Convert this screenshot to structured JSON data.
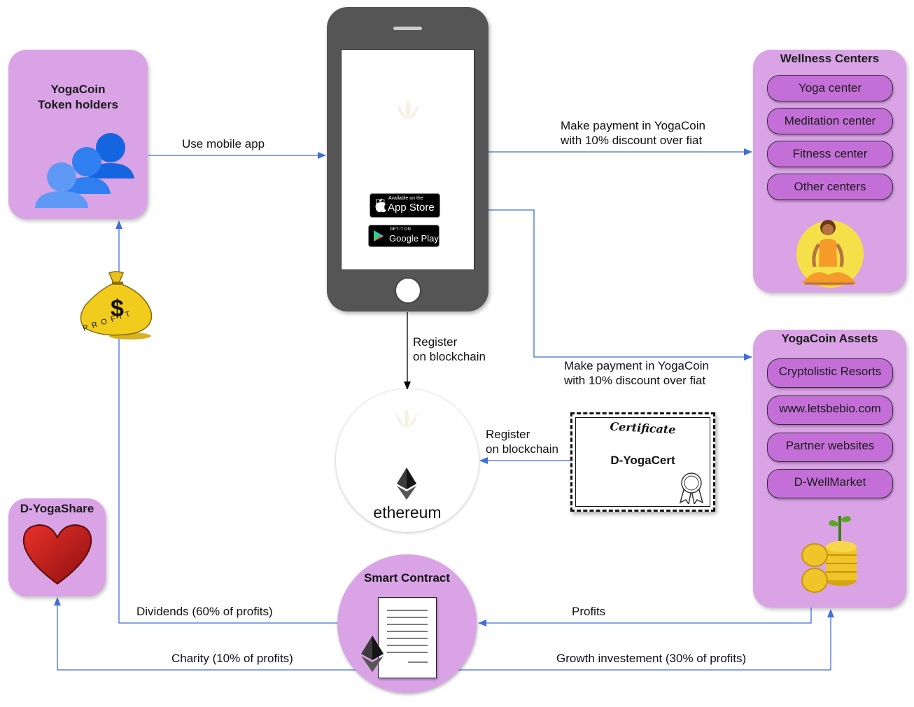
{
  "holders": {
    "title_line1": "YogaCoin",
    "title_line2": "Token holders"
  },
  "wellness": {
    "title": "Wellness Centers",
    "items": [
      "Yoga center",
      "Meditation center",
      "Fitness center",
      "Other centers"
    ]
  },
  "assets": {
    "title": "YogaCoin Assets",
    "items": [
      "Cryptolistic Resorts",
      "www.letsbebio.com",
      "Partner websites",
      "D-WellMarket"
    ]
  },
  "share": {
    "title": "D-YogaShare"
  },
  "smart_contract": {
    "title": "Smart Contract"
  },
  "ethereum": {
    "label": "ethereum"
  },
  "certificate": {
    "heading": "Certificate",
    "name": "D-YogaCert"
  },
  "phone": {
    "appstore_small": "Available on the",
    "appstore_big": "App Store",
    "play_small": "GET IT ON",
    "play_big": "Google Play"
  },
  "profit_bag": {
    "symbol": "$",
    "text": "PROFIT"
  },
  "edges": {
    "use_app": "Use mobile app",
    "pay_wellness_1": "Make payment in YogaCoin",
    "pay_wellness_2": "with 10% discount over fiat",
    "pay_assets_1": "Make payment in YogaCoin",
    "pay_assets_2": "with 10% discount over fiat",
    "register_1a": "Register",
    "register_1b": "on blockchain",
    "register_2a": "Register",
    "register_2b": "on blockchain",
    "profits": "Profits",
    "dividends": "Dividends (60% of profits)",
    "charity": "Charity (10% of profits)",
    "growth": "Growth investement (30% of profits)"
  },
  "colors": {
    "panel": "#d9a3e6",
    "pill": "#c46fd8",
    "arrow_blue": "#3f6fd8",
    "arrow_black": "#000000",
    "phone": "#555555"
  }
}
